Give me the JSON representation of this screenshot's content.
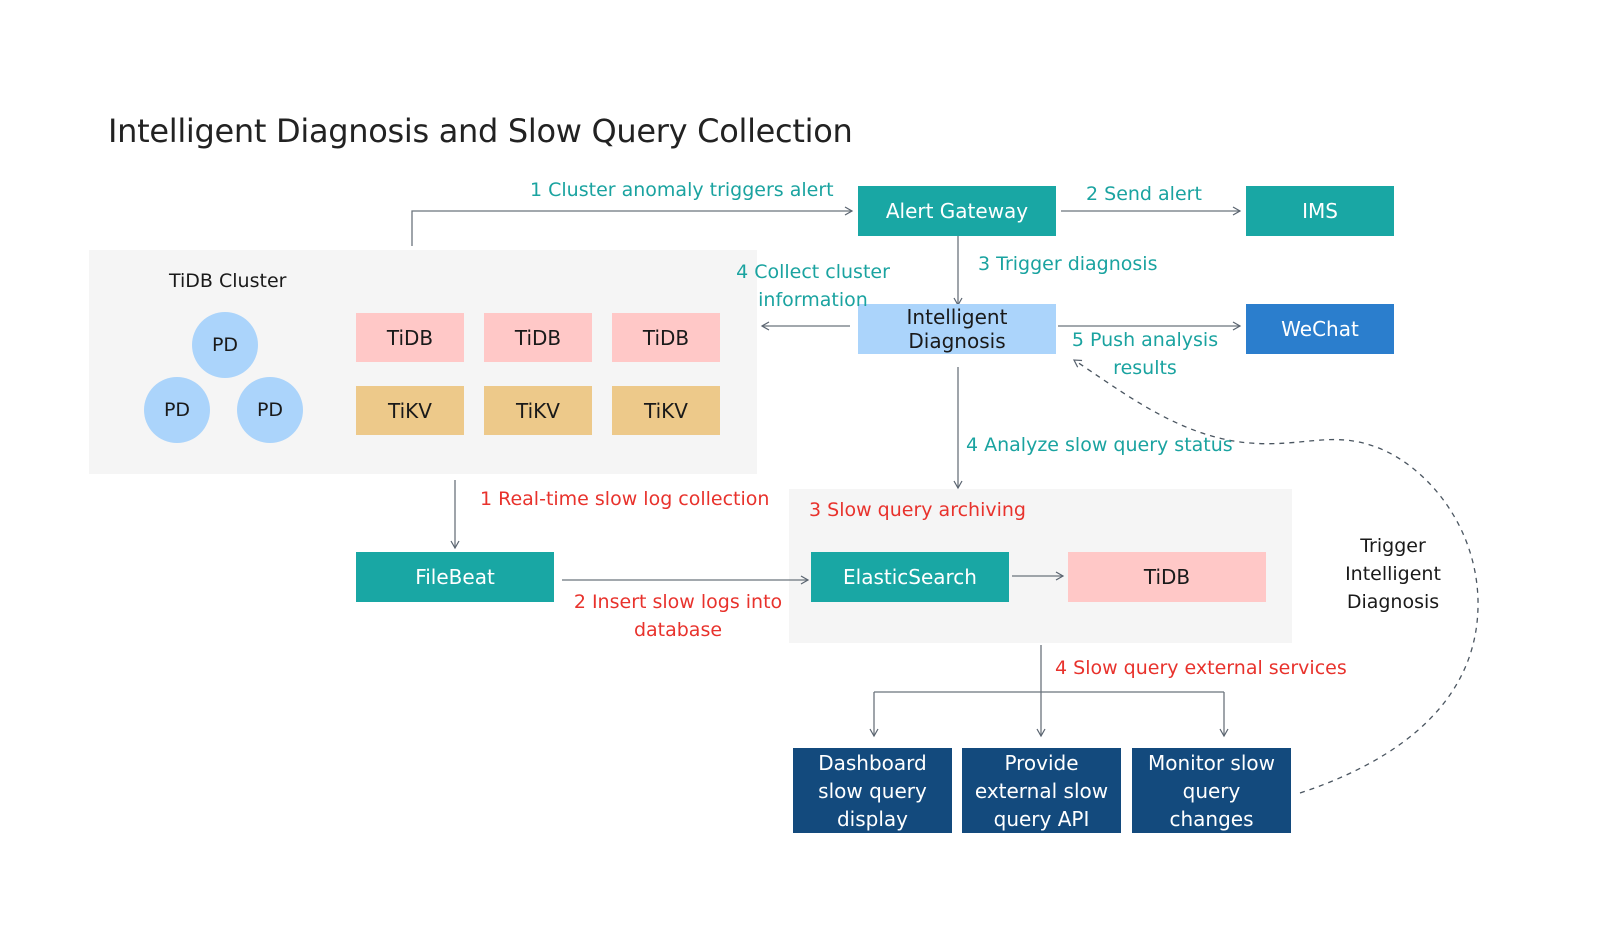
{
  "title": "Intelligent Diagnosis and Slow Query Collection",
  "colors": {
    "teal": "#19a7a4",
    "light_blue": "#abd4fb",
    "blue": "#2b7ecd",
    "pink": "#ffc8c7",
    "tan": "#edc98a",
    "navy": "#134a7d",
    "teal_text": "#1aa3a0",
    "red_text": "#e8322c",
    "panel": "#f5f5f5"
  },
  "cluster": {
    "label": "TiDB Cluster",
    "pd_nodes": [
      "PD",
      "PD",
      "PD"
    ],
    "tidb_nodes": [
      "TiDB",
      "TiDB",
      "TiDB"
    ],
    "tikv_nodes": [
      "TiKV",
      "TiKV",
      "TiKV"
    ]
  },
  "nodes": {
    "alert_gateway": "Alert Gateway",
    "ims": "IMS",
    "intelligent_diagnosis": "Intelligent Diagnosis",
    "wechat": "WeChat",
    "filebeat": "FileBeat",
    "elasticsearch": "ElasticSearch",
    "archive_tidb": "TiDB",
    "dashboard": [
      "Dashboard",
      "slow query",
      "display"
    ],
    "api": [
      "Provide",
      "external slow",
      "query API"
    ],
    "monitor": [
      "Monitor slow",
      "query",
      "changes"
    ]
  },
  "edge_labels": {
    "cluster_anomaly": "1 Cluster anomaly triggers alert",
    "send_alert": "2 Send alert",
    "trigger_diagnosis": "3 Trigger diagnosis",
    "collect_info": [
      "4 Collect cluster",
      "information"
    ],
    "push_results": [
      "5 Push analysis",
      "results"
    ],
    "analyze_slow": "4 Analyze slow query status",
    "realtime_collection": "1  Real-time slow log collection",
    "insert_logs": [
      "2 Insert slow logs into",
      "database"
    ],
    "archiving": "3 Slow query archiving",
    "external_services": "4 Slow query external services",
    "trigger_intelligent": [
      "Trigger",
      "Intelligent",
      "Diagnosis"
    ]
  }
}
